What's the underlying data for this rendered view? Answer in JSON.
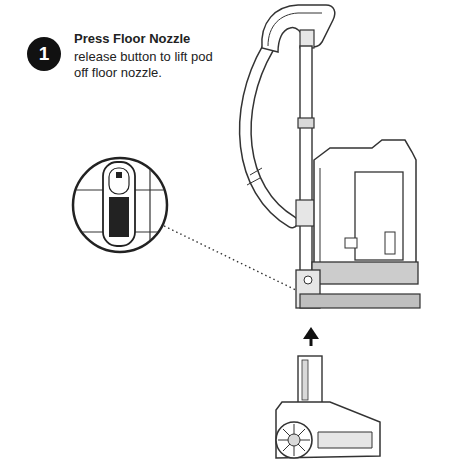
{
  "diagram": {
    "nodes": [
      {
        "text": [
          "1"
        ]
      }
    ],
    "labels": [
      "Press Floor Nozzle",
      "release button to lift pod off floor nozzle."
    ]
  }
}
